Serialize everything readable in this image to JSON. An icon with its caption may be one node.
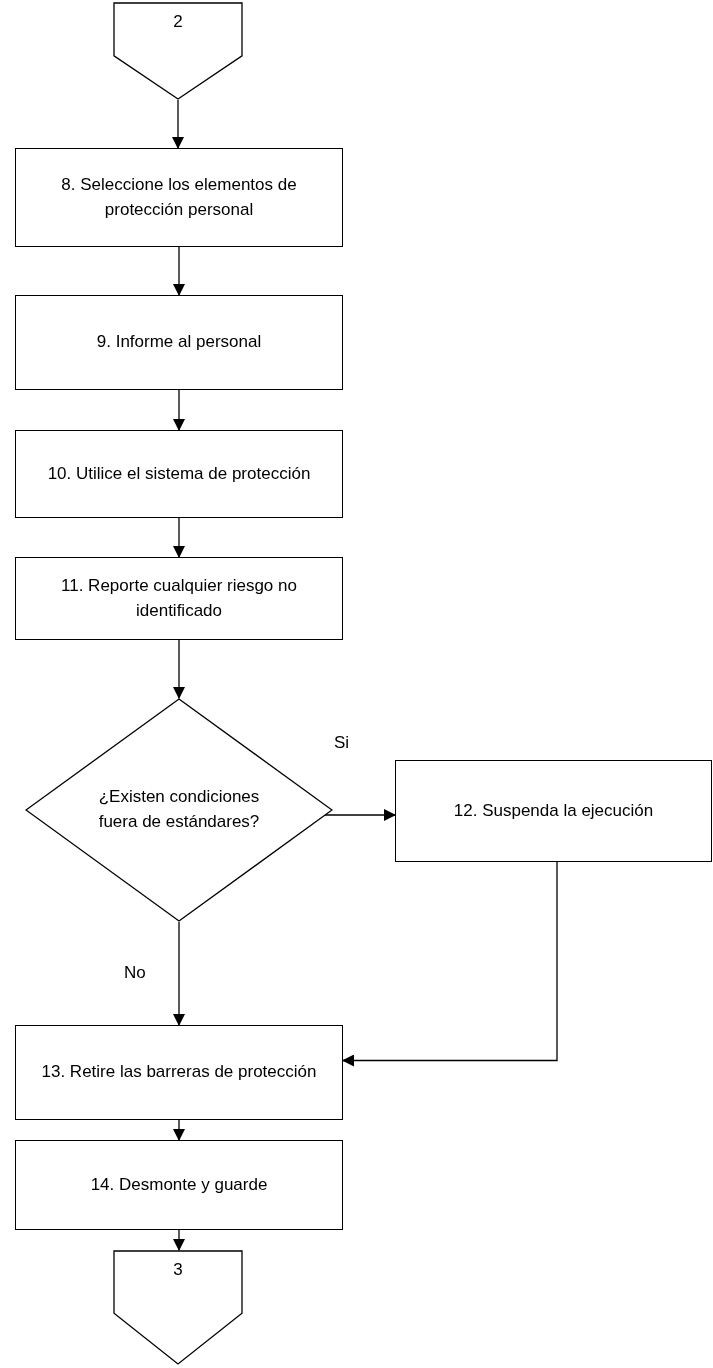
{
  "diagram": {
    "nodes": [
      {
        "text": [
          "2"
        ]
      },
      {
        "text": [
          "8. Seleccione los elementos de protección personal"
        ]
      },
      {
        "text": [
          "9. Informe al personal"
        ]
      },
      {
        "text": [
          "10. Utilice el sistema de protección"
        ]
      },
      {
        "text": [
          "11. Reporte cualquier riesgo no identificado"
        ]
      },
      {
        "text": [
          "¿Existen condiciones fuera de estándares?"
        ]
      },
      {
        "text": [
          "12. Suspenda la ejecución"
        ]
      },
      {
        "text": [
          "13. Retire las barreras de protección"
        ]
      },
      {
        "text": [
          "14. Desmonte y guarde"
        ]
      },
      {
        "text": [
          "3"
        ]
      }
    ],
    "edges": [
      {
        "from": 0,
        "to": 1,
        "arrow": "to"
      },
      {
        "from": 1,
        "to": 2,
        "arrow": "to"
      },
      {
        "from": 2,
        "to": 3,
        "arrow": "to"
      },
      {
        "from": 3,
        "to": 4,
        "arrow": "to"
      },
      {
        "from": 4,
        "to": 5,
        "arrow": "to"
      },
      {
        "from": 5,
        "to": 6,
        "arrow": "to",
        "label": "Si"
      },
      {
        "from": 5,
        "to": 7,
        "arrow": "to",
        "label": "No"
      },
      {
        "from": 6,
        "to": 7,
        "arrow": "to"
      },
      {
        "from": 7,
        "to": 8,
        "arrow": "to"
      },
      {
        "from": 8,
        "to": 9,
        "arrow": "to"
      }
    ]
  }
}
